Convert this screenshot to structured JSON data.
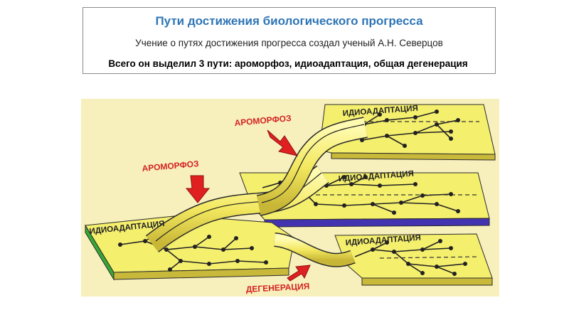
{
  "header": {
    "title": "Пути достижения биологического прогресса",
    "subtitle": "Учение о путях достижения прогресса создал ученый А.Н. Северцов",
    "note": "Всего он выделил 3 пути: ароморфоз, идиоадаптация, общая дегенерация"
  },
  "diagram": {
    "label_idio_top": "ИДИОАДАПТАЦИЯ",
    "label_idio_middle": "ИДИОАДАПТАЦИЯ",
    "label_idio_left": "ИДИОАДАПТАЦИЯ",
    "label_idio_bottom": "ИДИОАДАПТАЦИЯ",
    "label_aromorphoz_upper": "АРОМОРФОЗ",
    "label_aromorphoz_lower": "АРОМОРФОЗ",
    "label_degeneration": "ДЕГЕНЕРАЦИЯ",
    "colors": {
      "background": "#f7f0bd",
      "plate": "#f5ef6e",
      "plate_dark": "#c9b93a",
      "left_edge": "#37a834",
      "middle_edge": "#4433b0",
      "arrow": "#e02020",
      "label_red": "#d42222"
    }
  }
}
